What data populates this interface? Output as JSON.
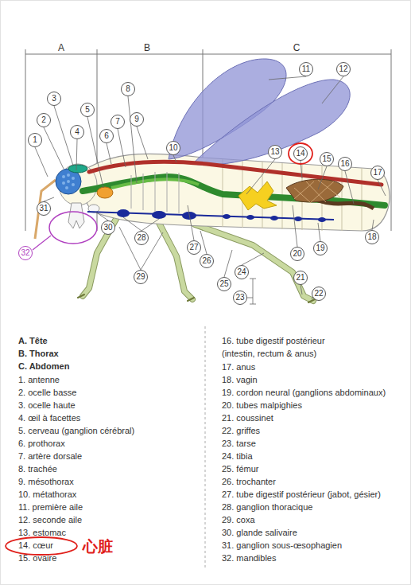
{
  "diagram": {
    "nodes": [
      {
        "text": [
          "1"
        ]
      },
      {
        "text": [
          "2"
        ]
      },
      {
        "text": [
          "3"
        ]
      },
      {
        "text": [
          "4"
        ]
      },
      {
        "text": [
          "5"
        ]
      },
      {
        "text": [
          "6"
        ]
      },
      {
        "text": [
          "7"
        ]
      },
      {
        "text": [
          "8"
        ]
      },
      {
        "text": [
          "9"
        ]
      },
      {
        "text": [
          "10"
        ]
      },
      {
        "text": [
          "11"
        ]
      },
      {
        "text": [
          "12"
        ]
      },
      {
        "text": [
          "13"
        ]
      },
      {
        "text": [
          "14"
        ]
      },
      {
        "text": [
          "15"
        ]
      },
      {
        "text": [
          "16"
        ]
      },
      {
        "text": [
          "17"
        ]
      },
      {
        "text": [
          "18"
        ]
      },
      {
        "text": [
          "19"
        ]
      },
      {
        "text": [
          "20"
        ]
      },
      {
        "text": [
          "21"
        ]
      },
      {
        "text": [
          "22"
        ]
      },
      {
        "text": [
          "23"
        ]
      },
      {
        "text": [
          "24"
        ]
      },
      {
        "text": [
          "25"
        ]
      },
      {
        "text": [
          "26"
        ]
      },
      {
        "text": [
          "27"
        ]
      },
      {
        "text": [
          "28"
        ]
      },
      {
        "text": [
          "29"
        ]
      },
      {
        "text": [
          "30"
        ]
      },
      {
        "text": [
          "31"
        ]
      },
      {
        "text": [
          "32"
        ]
      }
    ],
    "labels": [
      "A",
      "B",
      "C",
      "A. Tête",
      "B. Thorax",
      "C. Abdomen",
      "1. antenne",
      "2. ocelle basse",
      "3. ocelle haute",
      "4. œil à facettes",
      "5. cerveau (ganglion cérébral)",
      "6. prothorax",
      "7. artère dorsale",
      "8. trachée",
      "9. mésothorax",
      "10. métathorax",
      "11. première aile",
      "12. seconde aile",
      "13. estomac",
      "14. cœur",
      "15. ovaire",
      "16. tube digestif postérieur (intestin, rectum & anus)",
      "17. anus",
      "18. vagin",
      "19. cordon neural (ganglions abdominaux)",
      "20. tubes malpighies",
      "21. coussinet",
      "22. griffes",
      "23. tarse",
      "24. tibia",
      "25. fémur",
      "26. trochanter",
      "27. tube digestif postérieur (jabot, gésier)",
      "28. ganglion thoracique",
      "29. coxa",
      "30. glande salivaire",
      "31. ganglion sous-œsophagien",
      "32. mandibles",
      "心脏"
    ]
  }
}
